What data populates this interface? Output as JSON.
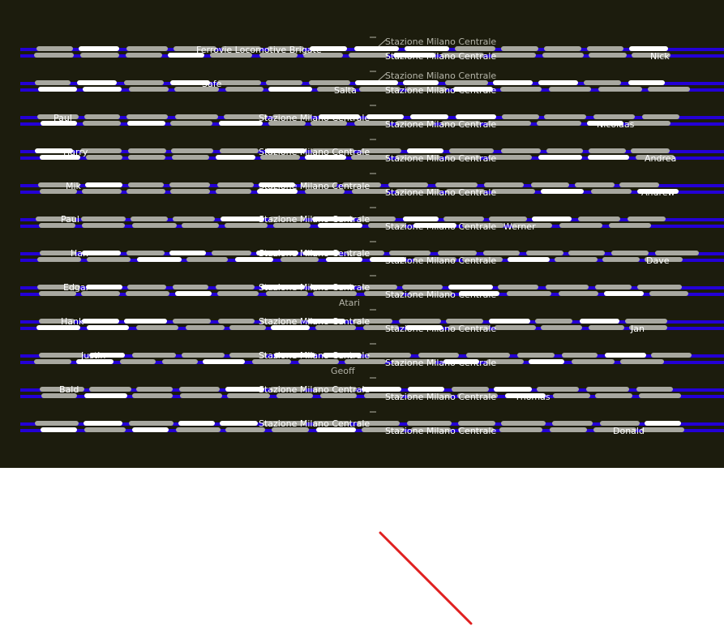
{
  "title_banner": "Ferrovie Locomotive Brigate",
  "station_name": "Stazione Milano Centrale",
  "colors": {
    "board_bg": "#1c1c0d",
    "track": "#2400d6",
    "car_gray": "#a8a8a0",
    "car_white": "#ffffff",
    "label_dim": "#b4b4a8",
    "pointer": "#e02020"
  },
  "tracks": [
    {
      "driver_a": "",
      "driver_b": "Nick",
      "station_a": "Stazione Milano Centrale",
      "station_b": "Stazione Milano Centrale"
    },
    {
      "driver_a": "Safe",
      "driver_b": "Salta",
      "station_a": "Stazione Milano Centrale",
      "station_b": "Stazione Milano Centrale"
    },
    {
      "driver_a": "Paul",
      "driver_b": "Nicolaas",
      "station_a": "Stazione Milano Centrale",
      "station_b": "Stazione Milano Centrale"
    },
    {
      "driver_a": "Harry",
      "driver_b": "Andrea",
      "station_a": "Stazione Milano Centrale",
      "station_b": "Stazione Milano Centrale"
    },
    {
      "driver_a": "Mik",
      "driver_b": "Andrew",
      "station_a": "Stazione Milano Centrale",
      "station_b": "Stazione Milano Centrale"
    },
    {
      "driver_a": "Paul",
      "driver_b": "Werner",
      "station_a": "Stazione Milano Centrale",
      "station_b": "Stazione Milano Centrale"
    },
    {
      "driver_a": "Han",
      "driver_b": "Dave",
      "station_a": "Stazione Milano Centrale",
      "station_b": "Stazione Milano Centrale"
    },
    {
      "driver_a": "Edgar",
      "driver_b": "Atari",
      "station_a": "Stazione Milano Centrale",
      "station_b": "Stazione Milano Centrale"
    },
    {
      "driver_a": "Hank",
      "driver_b": "Jan",
      "station_a": "Stazione Milano Centrale",
      "station_b": "Stazione Milano Centrale"
    },
    {
      "driver_a": "Justin",
      "driver_b": "Geoff",
      "station_a": "Stazione Milano Centrale",
      "station_b": "Stazione Milano Centrale"
    },
    {
      "driver_a": "Bald",
      "driver_b": "Thomas",
      "station_a": "Stazione Milano Centrale",
      "station_b": "Stazione Milano Centrale"
    },
    {
      "driver_a": "",
      "driver_b": "Donald",
      "station_a": "Stazione Milano Centrale",
      "station_b": "Stazione Milano Centrale"
    }
  ]
}
